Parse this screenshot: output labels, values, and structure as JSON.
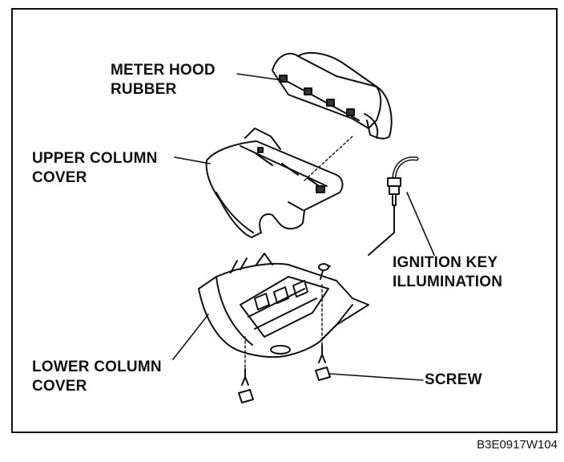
{
  "labels": {
    "meter_hood": [
      "METER HOOD",
      "RUBBER"
    ],
    "upper_cover": [
      "UPPER COLUMN",
      "COVER"
    ],
    "ignition": [
      "IGNITION KEY",
      "ILLUMINATION"
    ],
    "lower_cover": [
      "LOWER COLUMN",
      "COVER"
    ],
    "screw": "SCREW"
  },
  "figure_code": "B3E0917W104"
}
